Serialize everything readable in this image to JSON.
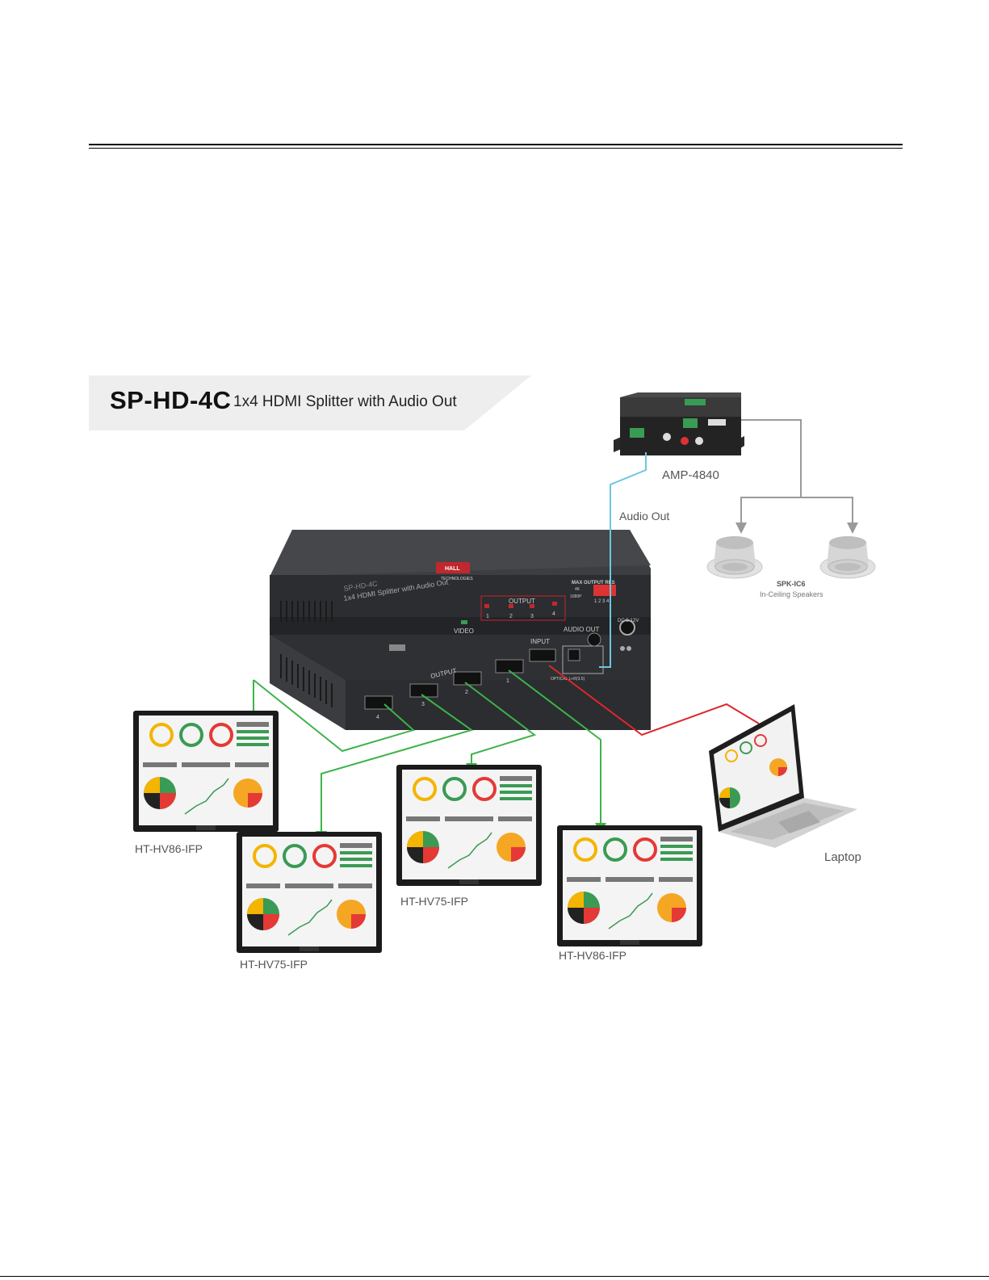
{
  "banner": {
    "model": "SP-HD-4C",
    "description": "1x4 HDMI Splitter with Audio Out"
  },
  "device": {
    "logo_text": "HALL",
    "logo_sub": "TECHNOLOGIES",
    "front_model": "SP-HD-4C",
    "front_desc": "1x4 HDMI Splitter with Audio Out",
    "video_label": "VIDEO",
    "output_label": "OUTPUT",
    "led_numbers": [
      "1",
      "2",
      "3",
      "4"
    ],
    "max_output": "MAX OUTPUT RES",
    "dip_label_1": "4K",
    "dip_label_2": "1080P",
    "dip_numbers": "1 2 3 4",
    "input_label": "INPUT",
    "audio_out_label": "AUDIO OUT",
    "optical_label": "OPTICAL  L+R(3.5)",
    "dc_label": "DC 5-12V",
    "port_numbers": [
      "4",
      "3",
      "2",
      "1"
    ]
  },
  "labels": {
    "amp": "AMP-4840",
    "audio_out": "Audio Out",
    "speakers_title": "SPK-IC6",
    "speakers_sub": "In-Ceiling Speakers",
    "laptop": "Laptop",
    "display1": "HT-HV86-IFP",
    "display2": "HT-HV75-IFP",
    "display3": "HT-HV75-IFP",
    "display4": "HT-HV86-IFP"
  },
  "colors": {
    "green_line": "#3db34a",
    "red_line": "#e0262b",
    "blue_line": "#6ec6e0",
    "gray_line": "#9a9a9a",
    "device_body": "#2b2d30",
    "banner_bg": "#eeeeee"
  }
}
